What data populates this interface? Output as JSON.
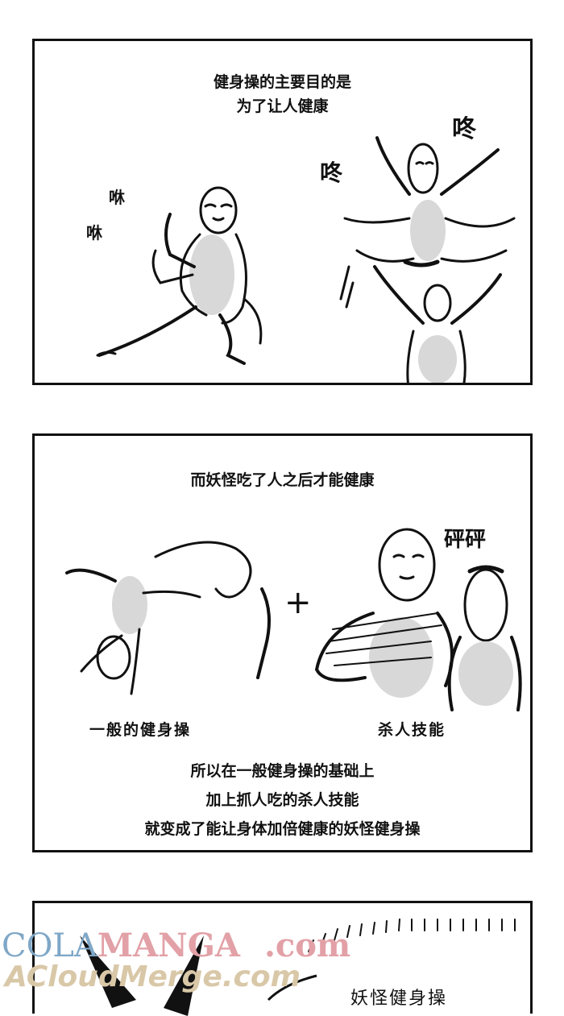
{
  "panel1": {
    "caption_lines": [
      "健身操的主要目的是",
      "为了让人健康"
    ],
    "sfx_left_1": "咻",
    "sfx_left_2": "咻",
    "sfx_right_1": "咚",
    "sfx_right_2": "咚"
  },
  "panel2": {
    "caption_top": "而妖怪吃了人之后才能健康",
    "sfx": "砰砰",
    "plus": "+",
    "label_left": "一般的健身操",
    "label_right": "杀人技能",
    "caption_bottom_lines": [
      "所以在一般健身操的基础上",
      "加上抓人吃的杀人技能",
      "就变成了能让身体加倍健康的妖怪健身操"
    ]
  },
  "panel3": {
    "text": "妖怪健身操"
  },
  "watermark": {
    "line1_part1": "COLA",
    "line1_part2": "MANGA",
    "line1_part3": ".com",
    "line2": "ACloudMerge.com"
  },
  "colors": {
    "ink": "#111111",
    "shade": "#d8d8d8",
    "watermark_blue": "#7fa7c7",
    "watermark_pink": "#e2a1a7"
  }
}
